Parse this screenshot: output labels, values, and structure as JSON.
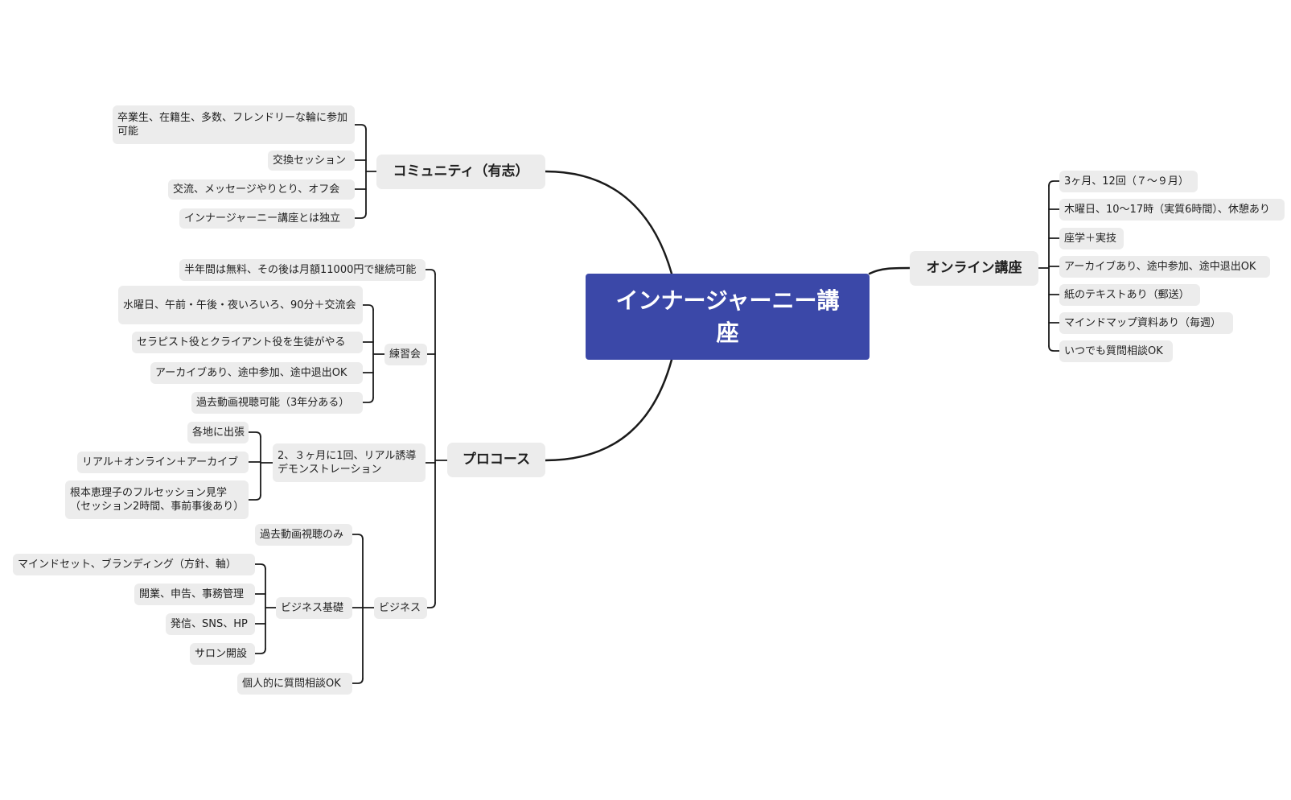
{
  "root": {
    "label": "インナージャーニー講座"
  },
  "community": {
    "label": "コミュニティ（有志）",
    "items": [
      "卒業生、在籍生、多数、フレンドリーな輪に参加可能",
      "交換セッション",
      "交流、メッセージやりとり、オフ会",
      "インナージャーニー講座とは独立"
    ]
  },
  "online": {
    "label": "オンライン講座",
    "items": [
      "3ヶ月、12回（７～９月）",
      "木曜日、10～17時（実質6時間）、休憩あり",
      "座学＋実技",
      "アーカイブあり、途中参加、途中退出OK",
      "紙のテキストあり（郵送）",
      "マインドマップ資料あり（毎週）",
      "いつでも質問相談OK"
    ]
  },
  "pro": {
    "label": "プロコース",
    "free": "半年間は無料、その後は月額11000円で継続可能",
    "practice": {
      "label": "練習会",
      "items": [
        "水曜日、午前・午後・夜いろいろ、90分＋交流会",
        "セラピスト役とクライアント役を生徒がやる",
        "アーカイブあり、途中参加、途中退出OK",
        "過去動画視聴可能（3年分ある）"
      ]
    },
    "demo": {
      "label": "2、３ヶ月に1回、リアル誘導デモンストレーション",
      "items": [
        "各地に出張",
        "リアル＋オンライン＋アーカイブ",
        "根本恵理子のフルセッション見学（セッション2時間、事前事後あり）"
      ]
    },
    "business": {
      "label": "ビジネス",
      "past": "過去動画視聴のみ",
      "basics": {
        "label": "ビジネス基礎",
        "items": [
          "マインドセット、ブランディング（方針、軸）",
          "開業、申告、事務管理",
          "発信、SNS、HP",
          "サロン開設"
        ]
      },
      "consult": "個人的に質問相談OK"
    }
  },
  "colors": {
    "root_bg": "#3b48a8",
    "node_bg": "#ececec",
    "line": "#1a1a1a"
  }
}
